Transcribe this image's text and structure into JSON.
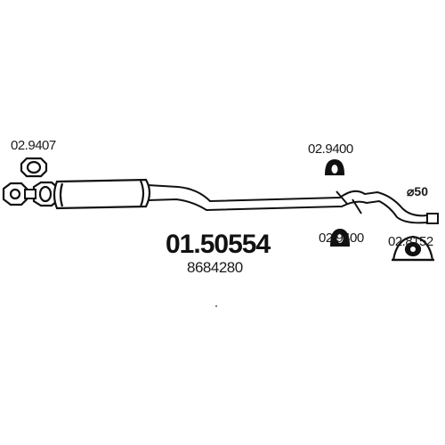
{
  "part_number": "01.50554",
  "oem_number": "8684280",
  "pipe_diameter": "⌀50",
  "components": [
    {
      "code": "02.9407",
      "icon": "clamp-flange-icon"
    },
    {
      "code": "02.9400",
      "icon": "rubber-hanger-icon"
    },
    {
      "code": "02.9400",
      "icon": "rubber-hanger-icon"
    },
    {
      "code": "02.8152",
      "icon": "mounting-bracket-icon"
    }
  ]
}
